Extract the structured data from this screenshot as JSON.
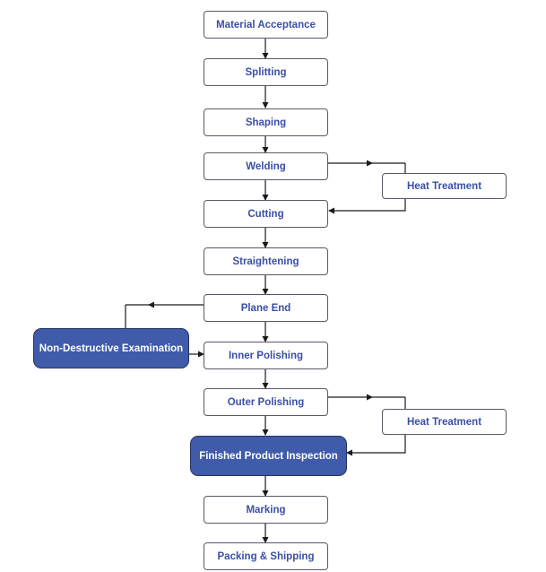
{
  "flowchart": {
    "steps": {
      "material_acceptance": "Material Acceptance",
      "splitting": "Splitting",
      "shaping": "Shaping",
      "welding": "Welding",
      "heat_treatment_1": "Heat Treatment",
      "cutting": "Cutting",
      "straightening": "Straightening",
      "plane_end": "Plane End",
      "non_destructive_examination": "Non-Destructive Examination",
      "inner_polishing": "Inner Polishing",
      "outer_polishing": "Outer Polishing",
      "heat_treatment_2": "Heat Treatment",
      "finished_product_inspection": "Finished Product Inspection",
      "marking": "Marking",
      "packing_shipping": "Packing & Shipping"
    },
    "colors": {
      "box_border": "#555a66",
      "box_text": "#3a4fa6",
      "highlight_fill": "#3f5ba9",
      "highlight_text": "#ffffff",
      "arrow": "#1a1a1a"
    }
  }
}
